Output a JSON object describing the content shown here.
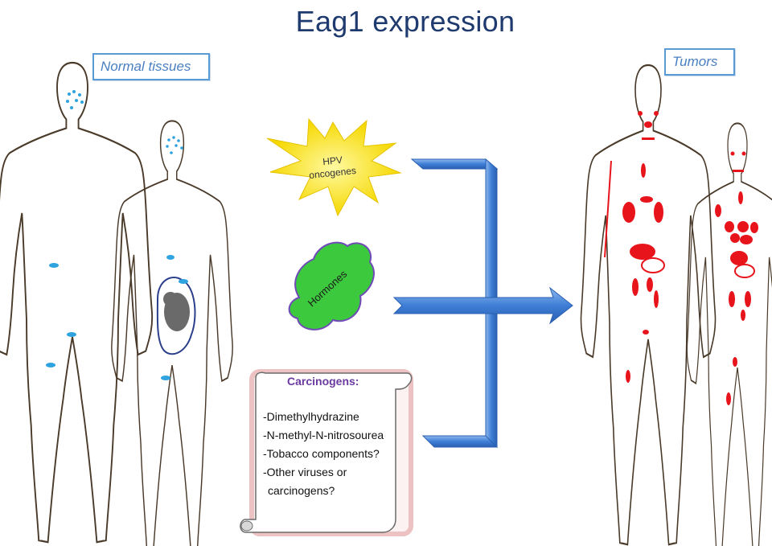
{
  "title": "Eag1 expression",
  "labels": {
    "normal": "Normal tissues",
    "tumors": "Tumors"
  },
  "factors": {
    "hpv_line1": "HPV",
    "hpv_line2": "oncogenes",
    "hormones": "Hormones"
  },
  "carcinogens": {
    "title": "Carcinogens:",
    "items": [
      "-Dimethylhydrazine",
      "-N-methyl-N-nitrosourea",
      "-Tobacco components?",
      "-Other viruses or",
      " carcinogens?"
    ]
  },
  "colors": {
    "title": "#1f3a6e",
    "normal_marks": "#2ea3e0",
    "tumor_marks": "#e8141c",
    "arrow": "#4a86d8",
    "star": "#ffe000",
    "hormones": "#3dc93d"
  }
}
